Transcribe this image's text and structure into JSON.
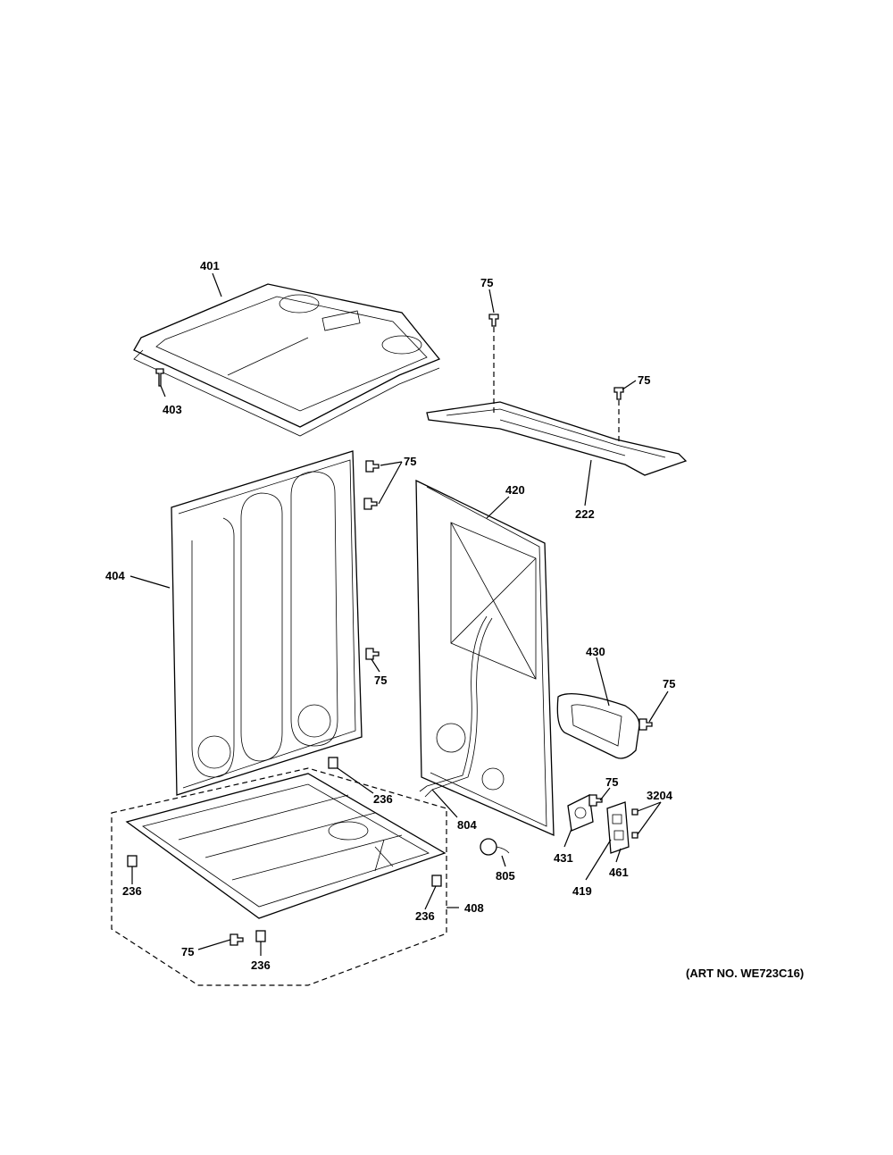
{
  "callouts": {
    "c401": "401",
    "c403": "403",
    "c75_top": "75",
    "c75_bracket": "75",
    "c222": "222",
    "c75_side_top": "75",
    "c404": "404",
    "c75_side_mid": "75",
    "c420": "420",
    "c430": "430",
    "c75_duct": "75",
    "c236_a": "236",
    "c236_b": "236",
    "c236_c": "236",
    "c236_d": "236",
    "c408": "408",
    "c75_base": "75",
    "c804": "804",
    "c805": "805",
    "c431": "431",
    "c75_431": "75",
    "c3204": "3204",
    "c461": "461",
    "c419": "419"
  },
  "art_number": "(ART NO. WE723C16)"
}
